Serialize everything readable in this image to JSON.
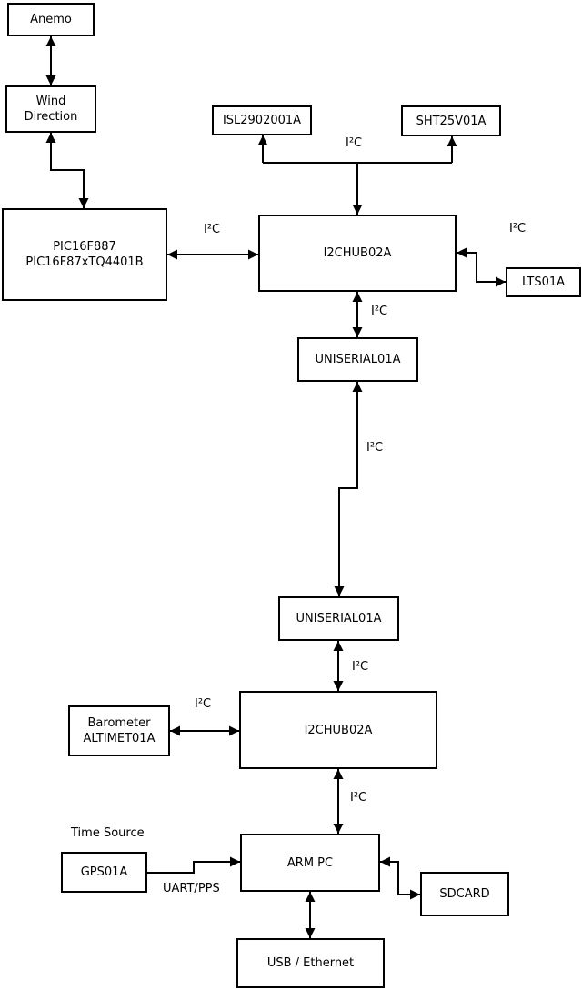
{
  "diagram": {
    "nodes": {
      "anemo": {
        "label": "Anemo"
      },
      "wind_direction": {
        "label": "Wind\nDirection"
      },
      "pic": {
        "label": "PIC16F887\nPIC16F87xTQ4401B"
      },
      "isl": {
        "label": "ISL2902001A"
      },
      "sht": {
        "label": "SHT25V01A"
      },
      "i2c_hub_upper": {
        "label": "I2CHUB02A"
      },
      "lts": {
        "label": "LTS01A"
      },
      "uniserial_upper": {
        "label": "UNISERIAL01A"
      },
      "uniserial_lower": {
        "label": "UNISERIAL01A"
      },
      "i2c_hub_lower": {
        "label": "I2CHUB02A"
      },
      "barometer": {
        "label": "Barometer\nALTIMET01A"
      },
      "gps": {
        "label": "GPS01A"
      },
      "arm_pc": {
        "label": "ARM PC"
      },
      "sdcard": {
        "label": "SDCARD"
      },
      "usb_ethernet": {
        "label": "USB / Ethernet"
      }
    },
    "edge_labels": {
      "i2c": "I²C",
      "uart_pps": "UART/PPS",
      "time_source": "Time Source"
    },
    "colors": {
      "stroke": "#000000",
      "background": "#ffffff"
    }
  }
}
